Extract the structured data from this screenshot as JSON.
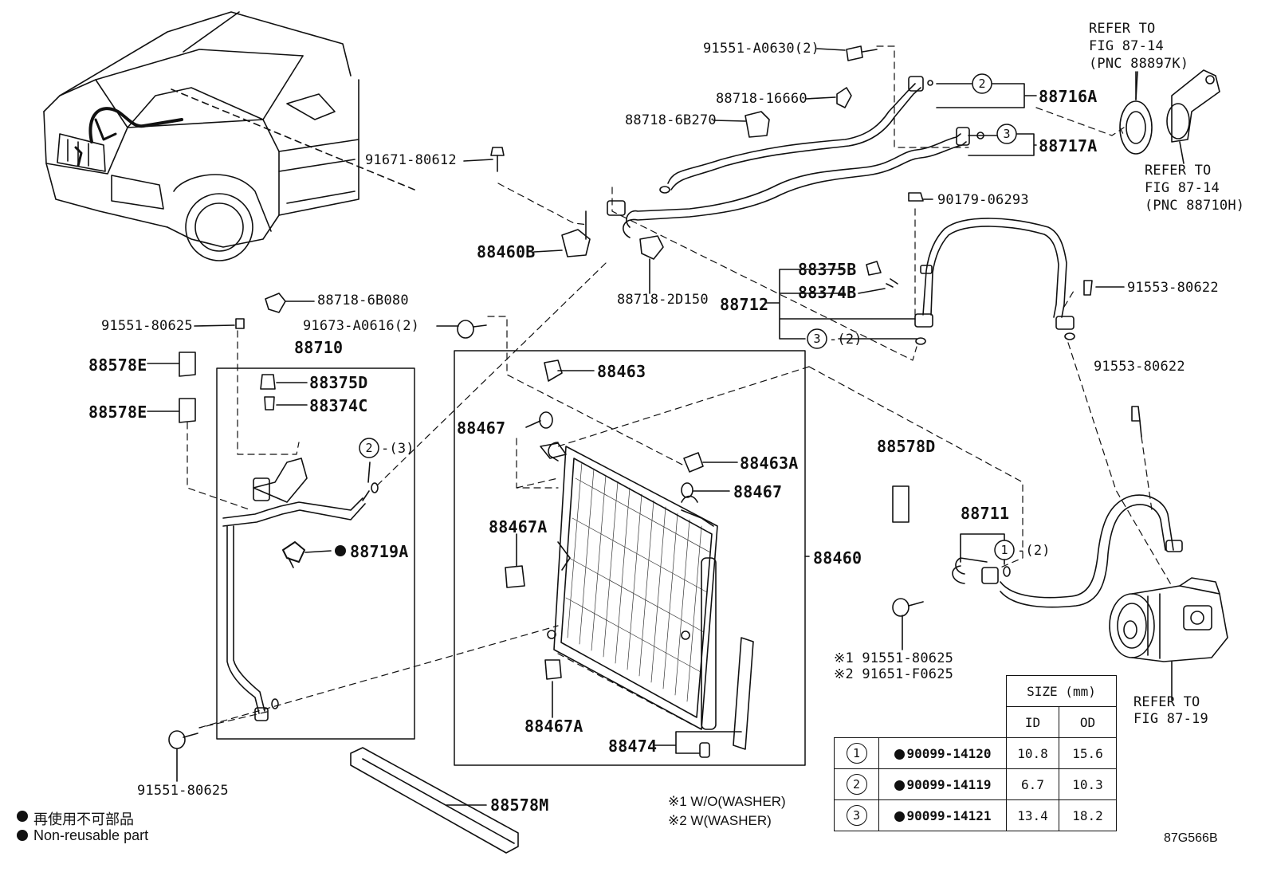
{
  "labels": {
    "p91551_a0630": "91551-A0630(2)",
    "p88718_16660": "88718-16660",
    "p88718_6b270": "88718-6B270",
    "p91671_80612": "91671-80612",
    "p88716a": "88716A",
    "p88717a": "88717A",
    "refer_88897k_1": "REFER TO",
    "refer_88897k_2": "FIG 87-14",
    "refer_88897k_3": "(PNC 88897K)",
    "refer_88710h_1": "REFER TO",
    "refer_88710h_2": "FIG 87-14",
    "refer_88710h_3": "(PNC 88710H)",
    "p90179_06293": "90179-06293",
    "p88460b": "88460B",
    "p88718_2d150": "88718-2D150",
    "p88375b": "88375B",
    "p88374b": "88374B",
    "p88712": "88712",
    "p91553_80622_a": "91553-80622",
    "circ3_qty_88712": "-(2)",
    "p88718_6b080": "88718-6B080",
    "p91551_80625_a": "91551-80625",
    "p91673_a0616": "91673-A0616(2)",
    "p88710": "88710",
    "p88578e_1": "88578E",
    "p88578e_2": "88578E",
    "p88375d": "88375D",
    "p88374c": "88374C",
    "circ2_qty_88710": "-(3)",
    "p88719a": "88719A",
    "p88463": "88463",
    "p88467_a": "88467",
    "p88463a": "88463A",
    "p88467_b": "88467",
    "p88467a_1": "88467A",
    "p88467a_2": "88467A",
    "p88474": "88474",
    "p88460": "88460",
    "p91553_80622_b": "91553-80622",
    "p88578d": "88578D",
    "p88711": "88711",
    "circ1_qty_88711": "-(2)",
    "washer_1": "※1 91551-80625",
    "washer_2": "※2 91651-F0625",
    "refer_8719_1": "REFER TO",
    "refer_8719_2": "FIG 87-19",
    "p91551_80625_b": "91551-80625",
    "p88578m": "88578M",
    "note_1": "※1 W/O(WASHER)",
    "note_2": "※2 W(WASHER)",
    "fig_code": "87G566B"
  },
  "circles": {
    "c1": "1",
    "c2": "2",
    "c3": "3"
  },
  "legend": {
    "jp": "再使用不可部品",
    "en": "Non-reusable part"
  },
  "size_table": {
    "header": "SIZE (mm)",
    "col_id": "ID",
    "col_od": "OD",
    "rows": [
      {
        "num": "1",
        "part": "90099-14120",
        "id": "10.8",
        "od": "15.6"
      },
      {
        "num": "2",
        "part": "90099-14119",
        "id": "6.7",
        "od": "10.3"
      },
      {
        "num": "3",
        "part": "90099-14121",
        "id": "13.4",
        "od": "18.2"
      }
    ]
  }
}
